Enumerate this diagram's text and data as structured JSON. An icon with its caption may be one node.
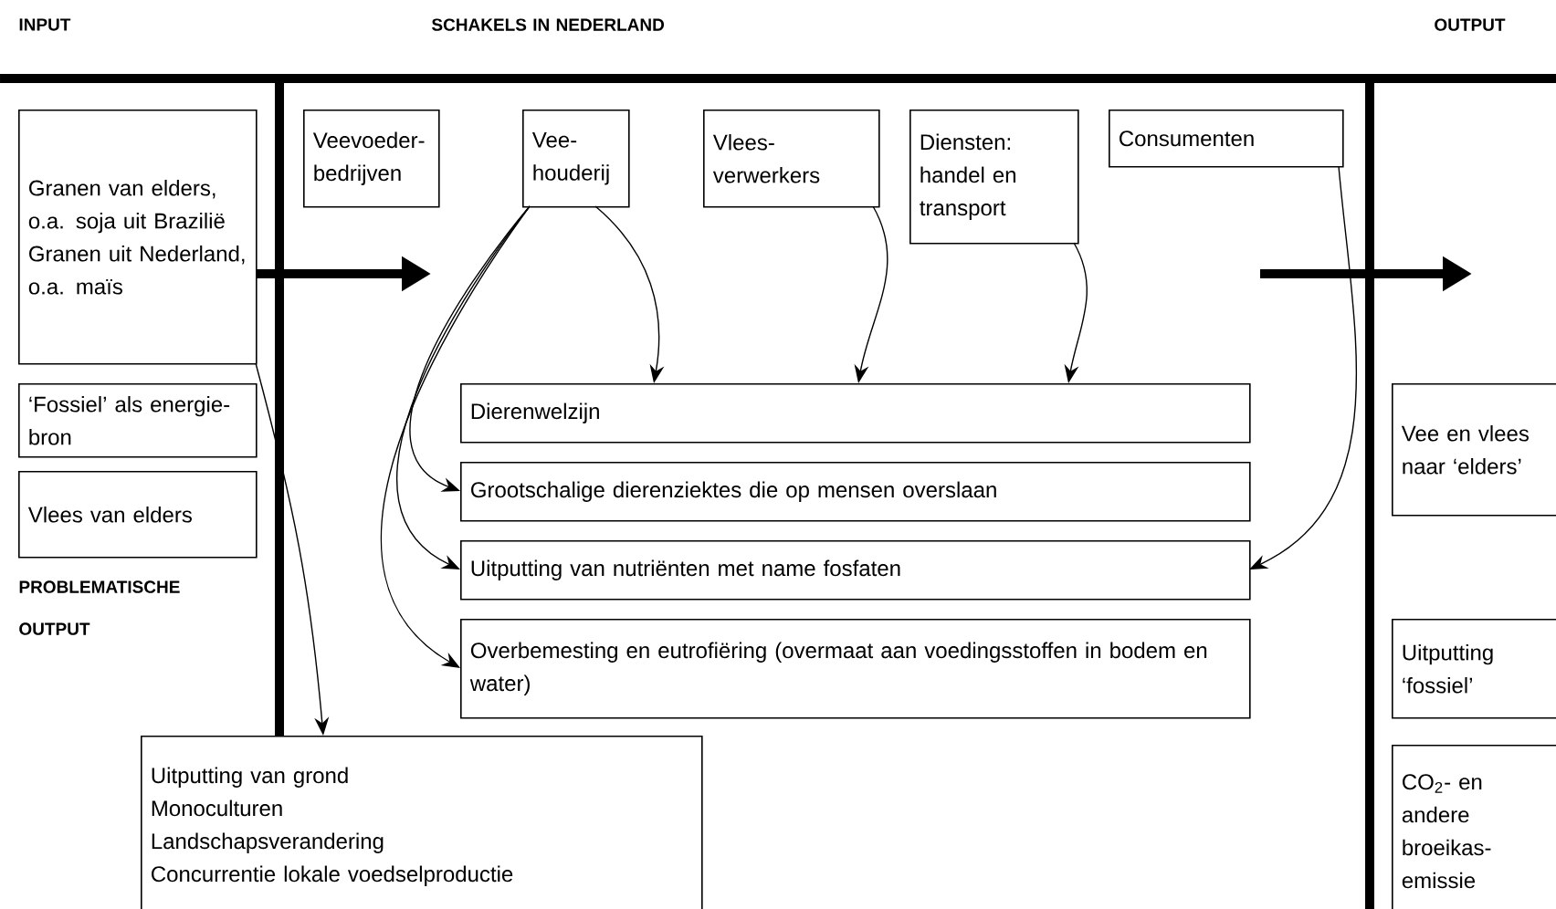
{
  "diagram": {
    "nodes": [
      {
        "text": [
          "Granen van elders, o.a. soja uit Brazilië",
          "Granen uit Nederland, o.a. maïs"
        ]
      },
      {
        "text": [
          "‘Fossiel’ als energie-bron"
        ]
      },
      {
        "text": [
          "Vlees van elders"
        ]
      },
      {
        "text": [
          "Veevoeder- bedrijven"
        ]
      },
      {
        "text": [
          "Vee- houderij"
        ]
      },
      {
        "text": [
          "Vlees- verwerkers"
        ]
      },
      {
        "text": [
          "Diensten: handel en transport"
        ]
      },
      {
        "text": [
          "Consumenten"
        ]
      },
      {
        "text": [
          "Dierenwelzijn"
        ]
      },
      {
        "text": [
          "Grootschalige dierenziektes die op mensen overslaan"
        ]
      },
      {
        "text": [
          "Uitputting van nutriënten met name fosfaten"
        ]
      },
      {
        "text": [
          "Overbemesting en eutrofiëring (overmaat aan voedingsstoffen in bodem en water)"
        ]
      },
      {
        "text": [
          "Uitputting van grond",
          "Monoculturen",
          "Landschapsverandering",
          "Concurrentie lokale voedselproductie"
        ]
      },
      {
        "text": [
          "Vee en vlees naar ‘elders’"
        ]
      },
      {
        "text": [
          "Uitputting ‘fossiel’"
        ]
      },
      {
        "text": [
          "CO$_{2}$- en andere broeikas- emissie"
        ]
      }
    ],
    "edges": [
      {
        "from": 0,
        "to": 12,
        "arrow": "to"
      },
      {
        "from": 4,
        "to": 8,
        "arrow": "to"
      },
      {
        "from": 4,
        "to": 9,
        "arrow": "to"
      },
      {
        "from": 4,
        "to": 10,
        "arrow": "to"
      },
      {
        "from": 4,
        "to": 11,
        "arrow": "to"
      },
      {
        "from": 5,
        "to": 8,
        "arrow": "to"
      },
      {
        "from": 6,
        "to": 8,
        "arrow": "to"
      },
      {
        "from": 7,
        "to": 10,
        "arrow": "to"
      }
    ],
    "labels": [
      "INPUT",
      "SCHAKELS IN NEDERLAND",
      "OUTPUT",
      "PROBLEMATISCHE OUTPUT"
    ]
  }
}
